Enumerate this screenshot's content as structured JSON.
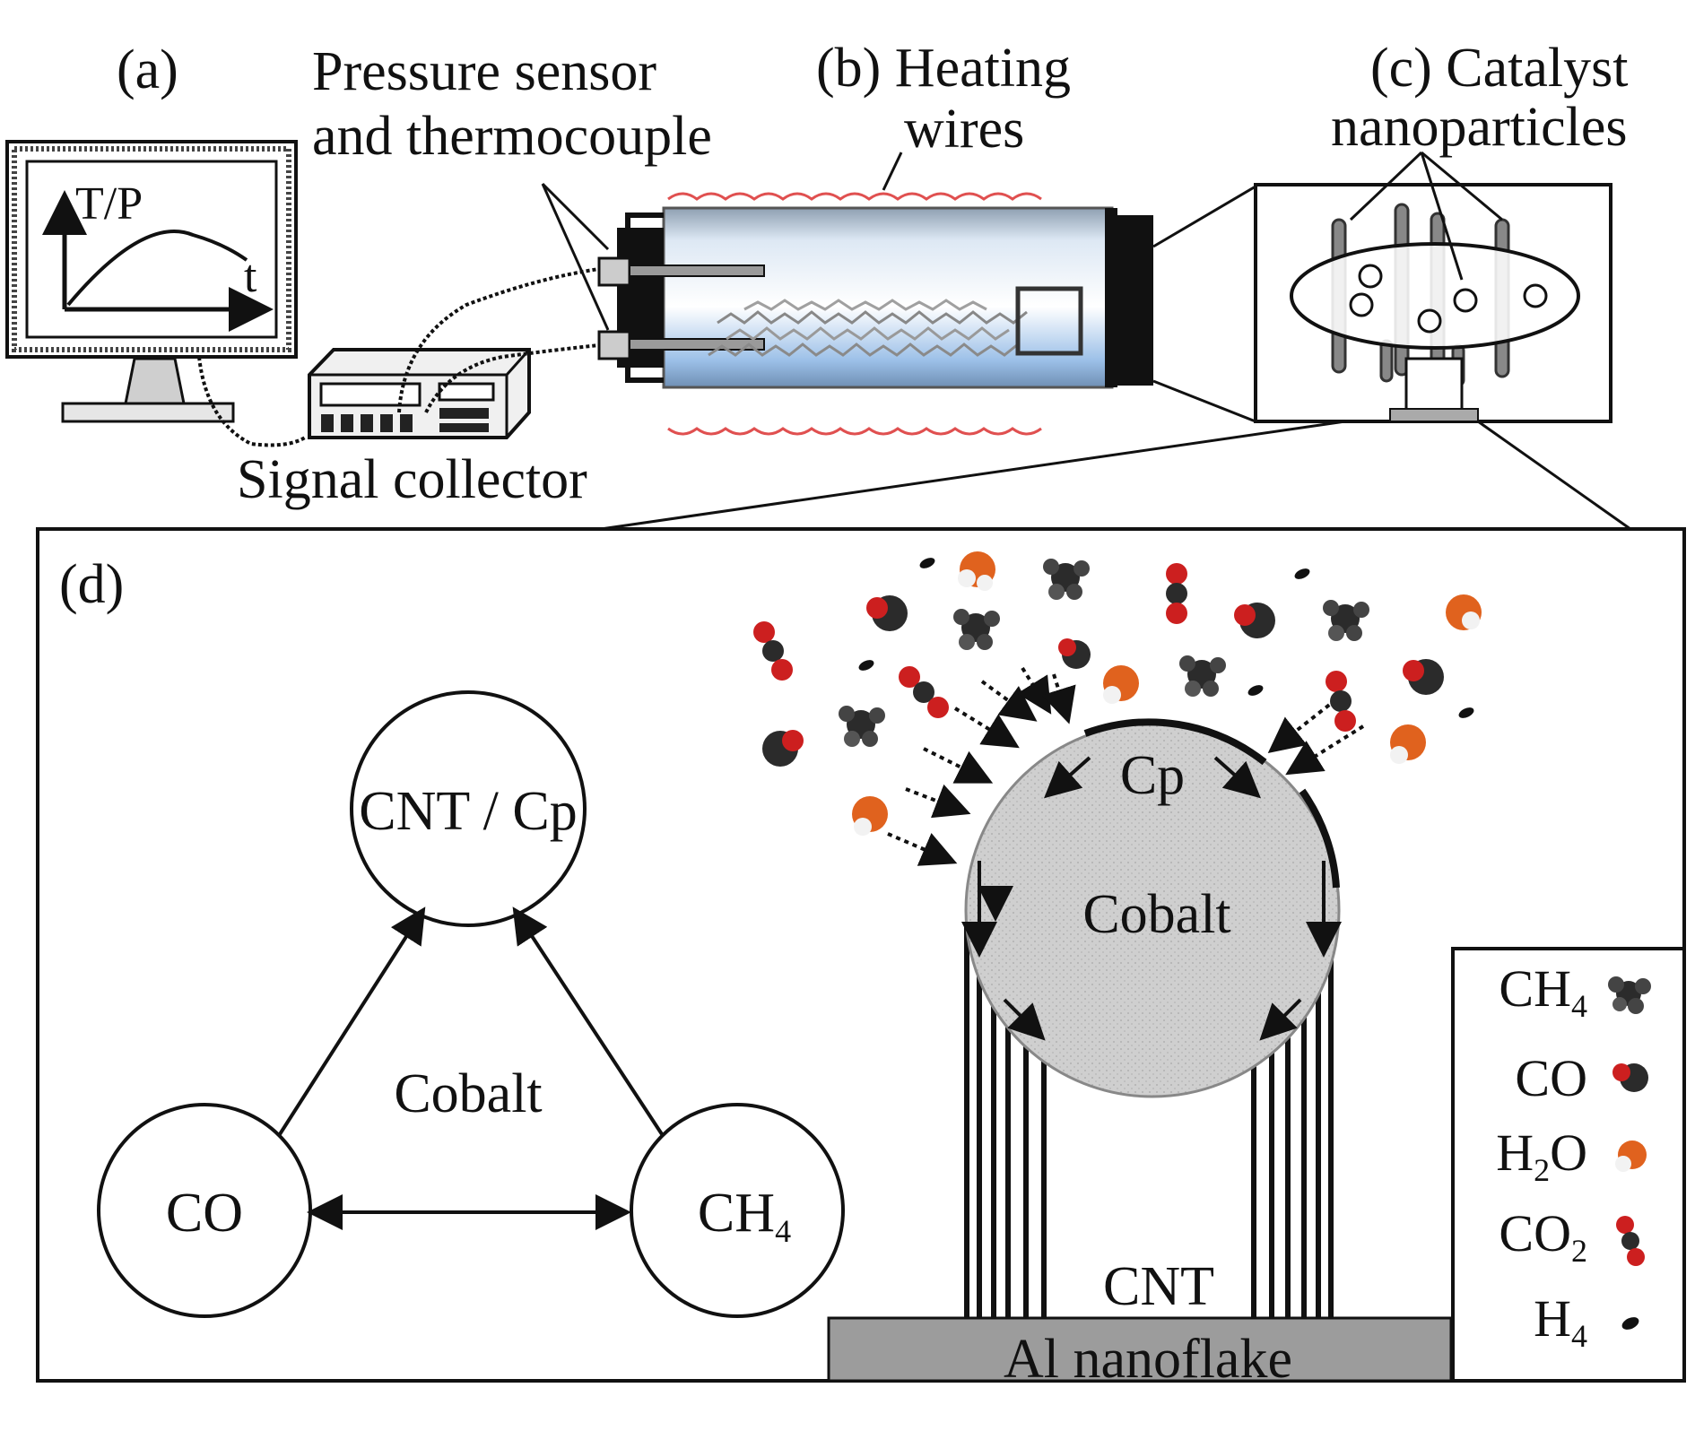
{
  "labels": {
    "a": "(a)",
    "pressure_line1": "Pressure sensor",
    "pressure_line2": "and thermocouple",
    "b_line1": "(b) Heating",
    "b_line2": "wires",
    "c_line1": "(c) Catalyst",
    "c_line2": "nanoparticles",
    "signal_collector": "Signal collector",
    "d": "(d)"
  },
  "monitor": {
    "y_axis_label": "T/P",
    "x_axis_label": "t"
  },
  "cycle": {
    "top_node": "CNT / Cp",
    "left_node": "CO",
    "right_node_base": "CH",
    "right_node_sub": "4",
    "center_label": "Cobalt"
  },
  "particle": {
    "cap_label": "Cp",
    "core_label": "Cobalt",
    "tube_label": "CNT",
    "substrate_label": "Al nanoflake"
  },
  "legend": [
    {
      "base": "CH",
      "sub": "4",
      "suffix": "",
      "icon": "methane-molecule-icon"
    },
    {
      "base": "CO",
      "sub": "",
      "suffix": "",
      "icon": "carbon-monoxide-molecule-icon"
    },
    {
      "base": "H",
      "sub": "2",
      "suffix": "O",
      "icon": "water-molecule-icon"
    },
    {
      "base": "CO",
      "sub": "2",
      "suffix": "",
      "icon": "carbon-dioxide-molecule-icon"
    },
    {
      "base": "H",
      "sub": "4",
      "suffix": "",
      "icon": "hydrogen-molecule-icon"
    }
  ],
  "colors": {
    "oxygen": "#cc1f1f",
    "carbon": "#2b2b2b",
    "hydrogen": "#f2f2f2",
    "water_orange": "#e0621e",
    "cobalt_fill": "#cfcfcf",
    "substrate_fill": "#9c9c9c",
    "heating_wire": "#e05050",
    "tube_glass": "#bcd4ee"
  }
}
